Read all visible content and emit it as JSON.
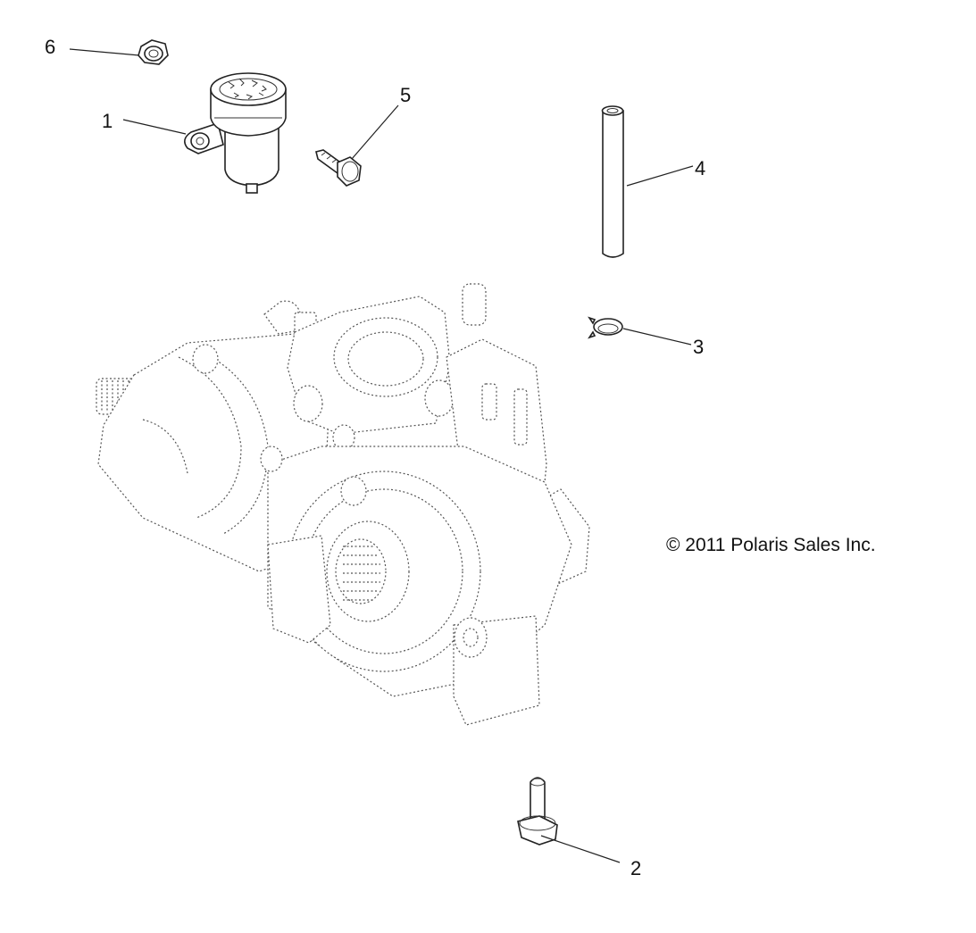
{
  "callouts": [
    {
      "id": "1",
      "label": "1"
    },
    {
      "id": "2",
      "label": "2"
    },
    {
      "id": "3",
      "label": "3"
    },
    {
      "id": "4",
      "label": "4"
    },
    {
      "id": "5",
      "label": "5"
    },
    {
      "id": "6",
      "label": "6"
    }
  ],
  "copyright": "© 2011 Polaris Sales Inc."
}
